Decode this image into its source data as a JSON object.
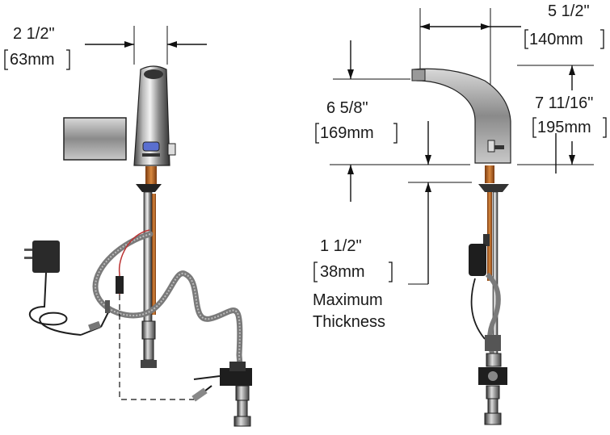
{
  "dimensions": {
    "width_front": {
      "imperial": "2 1/2\"",
      "metric": "63mm"
    },
    "reach": {
      "imperial": "5 1/2\"",
      "metric": "140mm"
    },
    "spout_height": {
      "imperial": "6 5/8\"",
      "metric": "169mm"
    },
    "overall_height": {
      "imperial": "7 11/16\"",
      "metric": "195mm"
    },
    "deck_thickness": {
      "imperial": "1 1/2\"",
      "metric": "38mm",
      "note_line1": "Maximum",
      "note_line2": "Thickness"
    }
  },
  "colors": {
    "chrome_dark": "#3a3a3a",
    "chrome_light": "#e8e8e8",
    "copper": "#b5651d",
    "hose": "#7a7a7a",
    "sensor_window": "#5a6fd0",
    "black_part": "#1e1e1e"
  }
}
